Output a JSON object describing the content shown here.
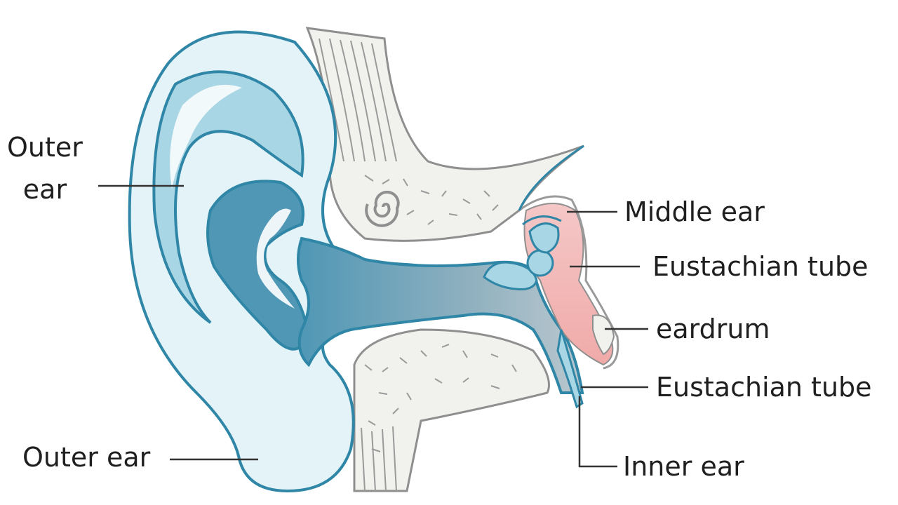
{
  "labels": {
    "outer_ear_top_line1": "Outer",
    "outer_ear_top_line2": "ear",
    "outer_ear_bottom": "Outer ear",
    "middle_ear": "Middle ear",
    "eustachian_tube_upper": "Eustachian tube",
    "eardrum": "eardrum",
    "eustachian_tube_lower": "Eustachian tube",
    "inner_ear": "Inner ear"
  },
  "colors": {
    "outline": "#2f86a6",
    "ear_fill_light": "#e4f3f8",
    "ear_fill_mid": "#a9d6e5",
    "canal_fill": "#5fa2bd",
    "canal_gray": "#9eb2bc",
    "bone_fill": "#f1f1ee",
    "bone_lines": "#8f8f8f",
    "middle_pink": "#f2b8b8",
    "leader_line": "#333333",
    "text": "#1f1f1f"
  }
}
